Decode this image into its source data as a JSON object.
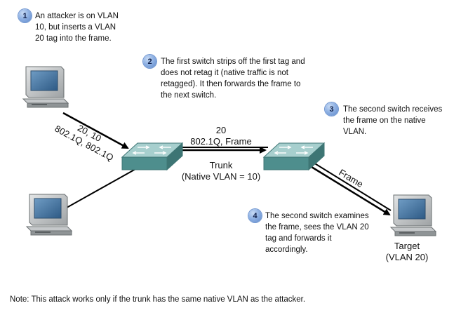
{
  "steps": [
    {
      "number": "1",
      "text": [
        "An attacker is on VLAN",
        "10, but inserts a VLAN",
        "20 tag into the frame."
      ]
    },
    {
      "number": "2",
      "text": [
        "The first switch strips off the first tag and",
        "does not retag it (native traffic is not",
        "retagged). It then forwards the frame to",
        "the next switch."
      ]
    },
    {
      "number": "3",
      "text": [
        "The second switch receives",
        "the frame on the native",
        "VLAN."
      ]
    },
    {
      "number": "4",
      "text": [
        "The second switch examines",
        "the frame, sees the VLAN 20",
        "tag and forwards it",
        "accordingly."
      ]
    }
  ],
  "labels": {
    "attacker_tags_line1": "20, 10",
    "attacker_tags_line2": "802.1Q, 802.1Q",
    "trunk_tag_line1": "20",
    "trunk_tag_line2": "802.1Q, Frame",
    "trunk_name": "Trunk",
    "trunk_native": "(Native VLAN = 10)",
    "frame": "Frame",
    "target_name": "Target",
    "target_vlan": "(VLAN 20)"
  },
  "note": "Note: This attack works only if the trunk has the same native VLAN as the attacker.",
  "colors": {
    "badge": "#8fb1e3",
    "switch_top": "#9dc7c6",
    "switch_front": "#4f8f8e",
    "computer_body": "#c9cbcc",
    "computer_screen": "#44739f"
  }
}
